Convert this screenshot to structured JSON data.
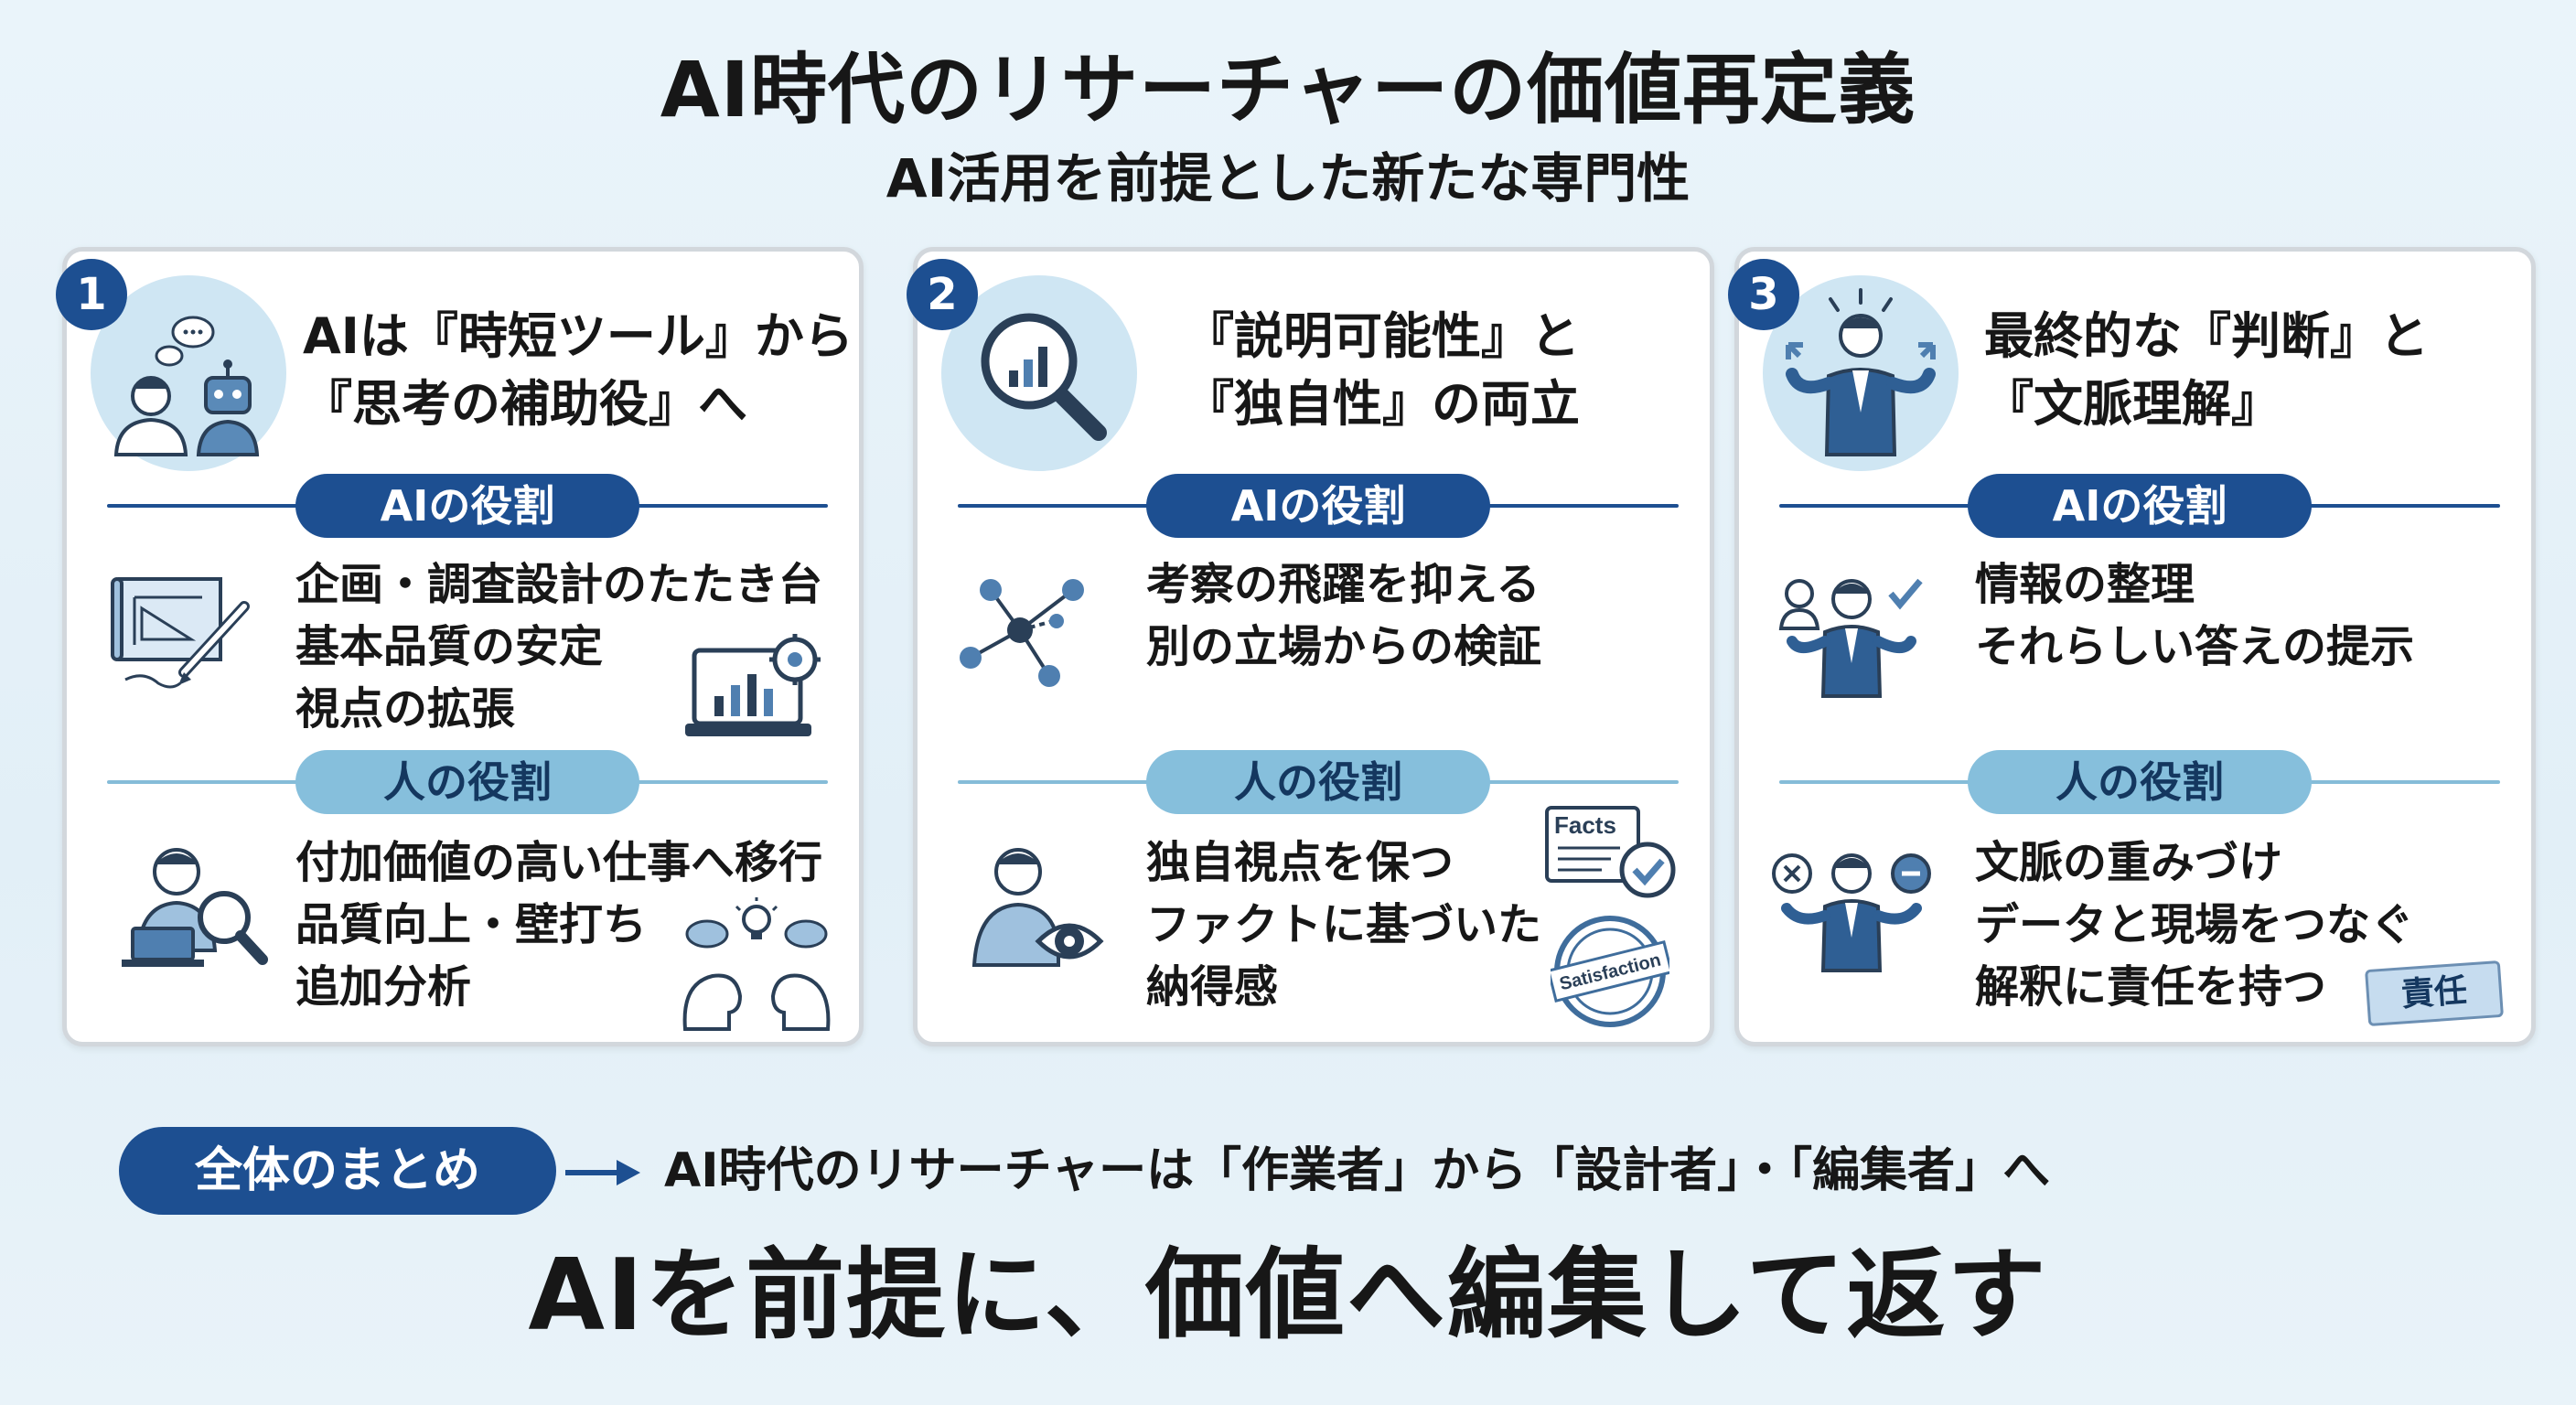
{
  "title": "AI時代のリサーチャーの価値再定義",
  "subtitle": "AI活用を前提とした新たな専門性",
  "cards": [
    {
      "number": "1",
      "title_lines": [
        "AIは『時短ツール』から",
        "『思考の補助役』へ"
      ],
      "ai_role_label": "AIの役割",
      "ai_items": [
        "企画・調査設計のたたき台",
        "基本品質の安定",
        "視点の拡張"
      ],
      "human_role_label": "人の役割",
      "human_items": [
        "付加価値の高い仕事へ移行",
        "品質向上・壁打ち",
        "追加分析"
      ],
      "hero_icon": "person-robot-chat-icon"
    },
    {
      "number": "2",
      "title_lines": [
        "『説明可能性』と",
        "『独自性』の両立"
      ],
      "ai_role_label": "AIの役割",
      "ai_items": [
        "考察の飛躍を抑える",
        "別の立場からの検証"
      ],
      "human_role_label": "人の役割",
      "human_items": [
        "独自視点を保つ",
        "ファクトに基づいた",
        "納得感"
      ],
      "hero_icon": "magnifier-chart-icon",
      "badges": {
        "facts": "Facts",
        "satisfaction": "Satisfaction"
      }
    },
    {
      "number": "3",
      "title_lines": [
        "最終的な『判断』と",
        "『文脈理解』"
      ],
      "ai_role_label": "AIの役割",
      "ai_items": [
        "情報の整理",
        "それらしい答えの提示"
      ],
      "human_role_label": "人の役割",
      "human_items": [
        "文脈の重みづけ",
        "データと現場をつなぐ",
        "解釈に責任を持つ"
      ],
      "hero_icon": "businessman-arrows-icon",
      "tag": "責任"
    }
  ],
  "summary": {
    "label": "全体のまとめ",
    "text": "AI時代のリサーチャーは「作業者」から「設計者」・「編集者」へ",
    "final": "AIを前提に、価値へ編集して返す"
  },
  "colors": {
    "navy": "#1d4f91",
    "light_blue": "#86bfdc",
    "background": "#e5f1f8",
    "card": "#ffffff"
  }
}
